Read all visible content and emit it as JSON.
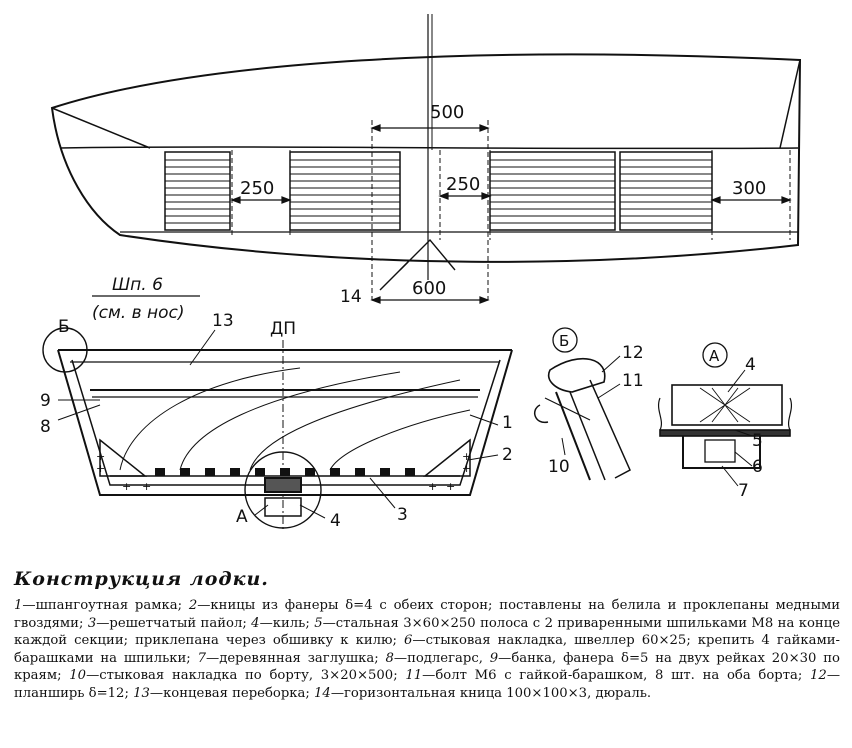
{
  "plan_view": {
    "dims": [
      "500",
      "250",
      "250",
      "300",
      "600"
    ],
    "callout": "14"
  },
  "section_view": {
    "frame_label_line1": "Шп. 6",
    "frame_label_line2": "(см. в нос)",
    "centerline": "ДП",
    "view_b_letter": "Б",
    "view_a_letter": "А",
    "callouts": [
      "13",
      "1",
      "2",
      "9",
      "8",
      "3",
      "4"
    ]
  },
  "detail_b": {
    "letter": "Б",
    "callouts": [
      "12",
      "11",
      "10"
    ]
  },
  "detail_a": {
    "letter": "А",
    "callouts": [
      "4",
      "5",
      "6",
      "7"
    ]
  },
  "caption": {
    "title": "Конструкция лодки.",
    "items": [
      {
        "num": "1",
        "text": "—шпангоутная рамка; "
      },
      {
        "num": "2",
        "text": "—кницы из фанеры δ=4 с обеих сторон; поставлены на белила и проклепаны медными гвоздями; "
      },
      {
        "num": "3",
        "text": "—решетчатый пайол; "
      },
      {
        "num": "4",
        "text": "—киль; "
      },
      {
        "num": "5",
        "text": "—стальная 3×60×250 полоса с 2 приваренными шпильками М8 на конце каждой секции; приклепана через обшивку к килю; "
      },
      {
        "num": "6",
        "text": "—стыковая накладка, швеллер 60×25; крепить 4 гайками-барашками на шпильки; "
      },
      {
        "num": "7",
        "text": "—деревянная заглушка; "
      },
      {
        "num": "8",
        "text": "—подлегарс, "
      },
      {
        "num": "9",
        "text": "—банка, фанера δ=5 на двух рейках 20×30 по краям; "
      },
      {
        "num": "10",
        "text": "—стыковая накладка по борту, 3×20×500; "
      },
      {
        "num": "11",
        "text": "—болт М6 с гайкой-барашком, 8 шт. на оба борта; "
      },
      {
        "num": "12",
        "text": "—планширь δ=12; "
      },
      {
        "num": "13",
        "text": "—концевая переборка; "
      },
      {
        "num": "14",
        "text": "—горизонтальная кница 100×100×3, дюраль."
      }
    ]
  }
}
